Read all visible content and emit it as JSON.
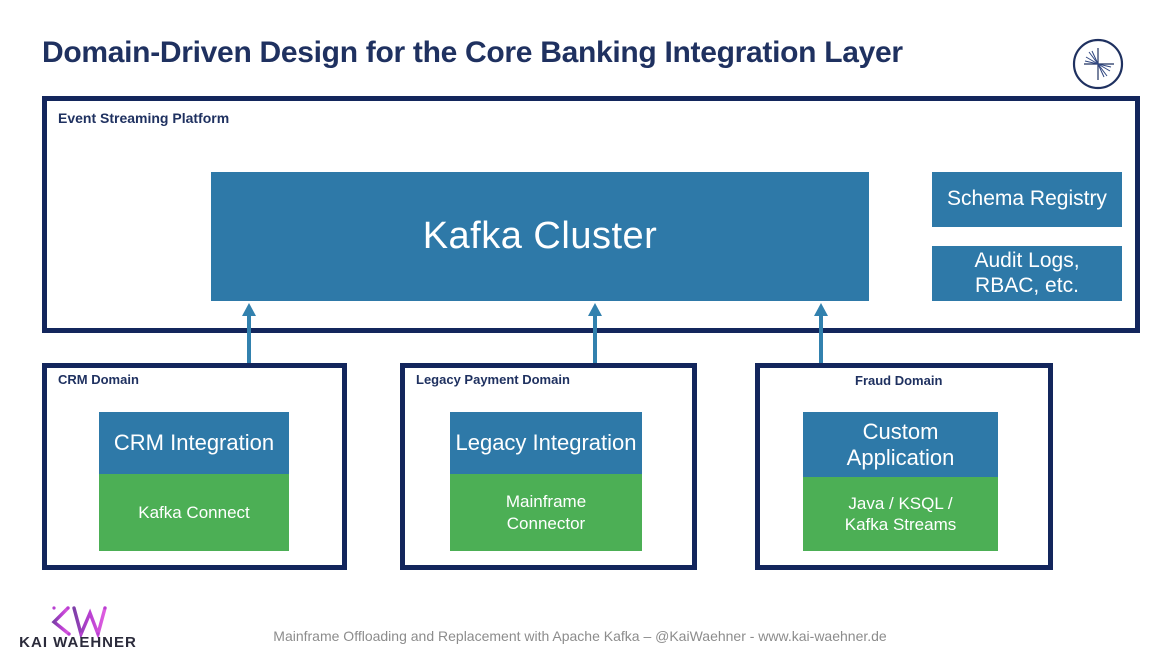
{
  "slide": {
    "title": "Domain-Driven Design for the Core Banking Integration Layer",
    "footer": "Mainframe Offloading and Replacement with Apache Kafka – @KaiWaehner - www.kai-waehner.de"
  },
  "colors": {
    "navy": "#13265c",
    "title_navy": "#1f3160",
    "blue": "#2e79a8",
    "green": "#4caf55",
    "footer_gray": "#8c8c8c",
    "brand_purple": "#b83fd1"
  },
  "platform": {
    "label": "Event Streaming Platform",
    "cluster": {
      "label": "Kafka Cluster"
    },
    "services": [
      {
        "label": "Schema Registry"
      },
      {
        "label": "Audit Logs,\nRBAC, etc."
      },
      {
        "line1": "Audit Logs,",
        "line2": "RBAC, etc."
      }
    ],
    "schema_registry_label": "Schema Registry",
    "audit_logs_line1": "Audit Logs,",
    "audit_logs_line2": "RBAC, etc."
  },
  "domains": [
    {
      "label": "CRM Domain",
      "app_line1": "CRM Integration",
      "app_line2": "",
      "tech_line1": "Kafka Connect",
      "tech_line2": ""
    },
    {
      "label": "Legacy Payment Domain",
      "app_line1": "Legacy Integration",
      "app_line2": "",
      "tech_line1": "Mainframe",
      "tech_line2": "Connector"
    },
    {
      "label": "Fraud Domain",
      "app_line1": "Custom",
      "app_line2": "Application",
      "tech_line1": "Java / KSQL /",
      "tech_line2": "Kafka Streams"
    }
  ],
  "connectors": [
    {
      "name": "crm-bidirectional-arrow"
    },
    {
      "name": "legacy-bidirectional-arrow"
    },
    {
      "name": "fraud-bidirectional-arrow"
    }
  ],
  "brand": {
    "monogram": "KW",
    "name": "KAI WAEHNER"
  },
  "corner_logo": {
    "name": "starburst-circle-logo"
  }
}
